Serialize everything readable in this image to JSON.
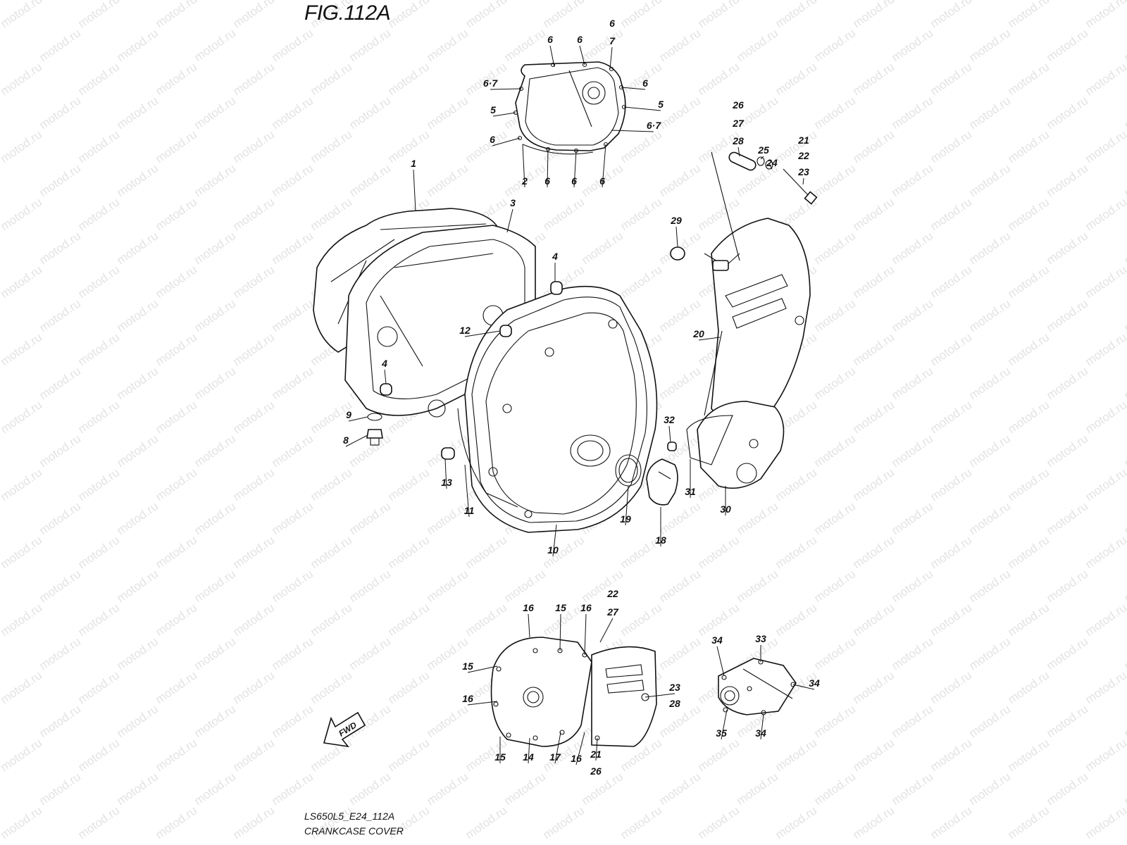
{
  "figure": {
    "title": "FIG.112A",
    "model_code": "LS650L5_E24_112A",
    "name": "CRANKCASE COVER"
  },
  "watermark": {
    "text": "motod.ru",
    "color": "#e3e3e3"
  },
  "direction_arrow": {
    "label": "FWD"
  },
  "callouts": [
    {
      "id": "c1",
      "label": "6"
    },
    {
      "id": "c2",
      "label": "6"
    },
    {
      "id": "c3",
      "label": "6"
    },
    {
      "id": "c4",
      "label": "7"
    },
    {
      "id": "c5",
      "label": "6·7"
    },
    {
      "id": "c6",
      "label": "6"
    },
    {
      "id": "c7",
      "label": "5"
    },
    {
      "id": "c8",
      "label": "5"
    },
    {
      "id": "c9",
      "label": "6·7"
    },
    {
      "id": "c10",
      "label": "6"
    },
    {
      "id": "c11",
      "label": "2"
    },
    {
      "id": "c12",
      "label": "6"
    },
    {
      "id": "c13",
      "label": "6"
    },
    {
      "id": "c14",
      "label": "6"
    },
    {
      "id": "c15",
      "label": "26"
    },
    {
      "id": "c16",
      "label": "27"
    },
    {
      "id": "c17",
      "label": "28"
    },
    {
      "id": "c18",
      "label": "25"
    },
    {
      "id": "c19",
      "label": "24"
    },
    {
      "id": "c20",
      "label": "21"
    },
    {
      "id": "c21",
      "label": "22"
    },
    {
      "id": "c22",
      "label": "23"
    },
    {
      "id": "c23",
      "label": "1"
    },
    {
      "id": "c24",
      "label": "3"
    },
    {
      "id": "c25",
      "label": "29"
    },
    {
      "id": "c26",
      "label": "4"
    },
    {
      "id": "c27",
      "label": "12"
    },
    {
      "id": "c28",
      "label": "20"
    },
    {
      "id": "c29",
      "label": "4"
    },
    {
      "id": "c30",
      "label": "9"
    },
    {
      "id": "c31",
      "label": "8"
    },
    {
      "id": "c32",
      "label": "32"
    },
    {
      "id": "c33",
      "label": "13"
    },
    {
      "id": "c34",
      "label": "11"
    },
    {
      "id": "c35",
      "label": "31"
    },
    {
      "id": "c36",
      "label": "30"
    },
    {
      "id": "c37",
      "label": "19"
    },
    {
      "id": "c38",
      "label": "18"
    },
    {
      "id": "c39",
      "label": "10"
    },
    {
      "id": "c40",
      "label": "22"
    },
    {
      "id": "c41",
      "label": "27"
    },
    {
      "id": "c42",
      "label": "16"
    },
    {
      "id": "c43",
      "label": "15"
    },
    {
      "id": "c44",
      "label": "16"
    },
    {
      "id": "c45",
      "label": "15"
    },
    {
      "id": "c46",
      "label": "16"
    },
    {
      "id": "c47",
      "label": "23"
    },
    {
      "id": "c48",
      "label": "28"
    },
    {
      "id": "c49",
      "label": "15"
    },
    {
      "id": "c50",
      "label": "14"
    },
    {
      "id": "c51",
      "label": "17"
    },
    {
      "id": "c52",
      "label": "16"
    },
    {
      "id": "c53",
      "label": "21"
    },
    {
      "id": "c54",
      "label": "26"
    },
    {
      "id": "c55",
      "label": "34"
    },
    {
      "id": "c56",
      "label": "33"
    },
    {
      "id": "c57",
      "label": "34"
    },
    {
      "id": "c58",
      "label": "35"
    },
    {
      "id": "c59",
      "label": "34"
    }
  ]
}
